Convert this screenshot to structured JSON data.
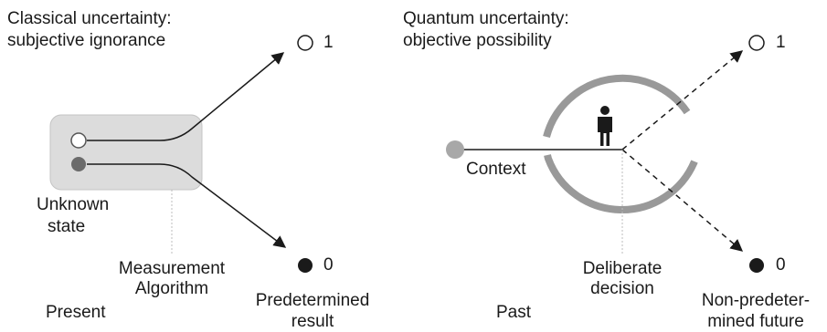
{
  "left_panel": {
    "title_line1": "Classical uncertainty:",
    "title_line2": "subjective ignorance",
    "outcome_1": "1",
    "outcome_0": "0",
    "unknown_state_line1": "Unknown",
    "unknown_state_line2": "state",
    "measurement_line1": "Measurement",
    "measurement_line2": "Algorithm",
    "result_line1": "Predetermined",
    "result_line2": "result",
    "time_label": "Present"
  },
  "right_panel": {
    "title_line1": "Quantum uncertainty:",
    "title_line2": "objective possibility",
    "outcome_1": "1",
    "outcome_0": "0",
    "context_label": "Context",
    "decision_line1": "Deliberate",
    "decision_line2": "decision",
    "future_line1": "Non-predeter-",
    "future_line2": "mined future",
    "time_label": "Past"
  },
  "colors": {
    "ink": "#1a1a1a",
    "box_fill": "#dcdcdc",
    "box_stroke": "#c4c4c4",
    "ring": "#999999",
    "context_dot": "#a8a8a8",
    "filled_state": "#6b6b6b",
    "guide_line": "#bdbdbd"
  },
  "icons": {
    "person": "person-icon",
    "open_circle": "open-circle-icon",
    "filled_circle": "filled-circle-icon"
  }
}
